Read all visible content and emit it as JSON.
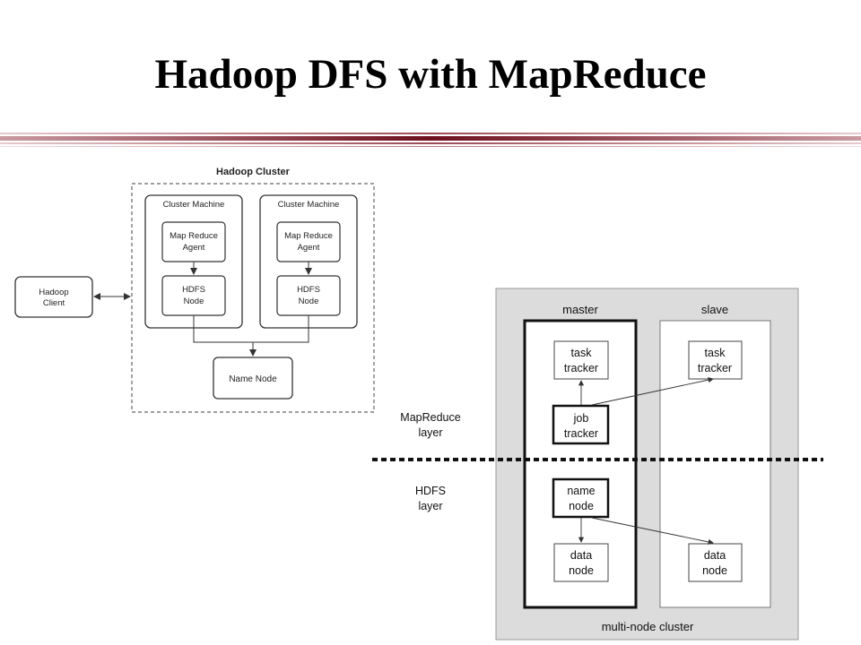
{
  "slide": {
    "title": "Hadoop DFS with MapReduce",
    "accent_color": "#7a1f2b"
  },
  "left_diagram": {
    "cluster_label": "Hadoop Cluster",
    "machines": [
      {
        "header": "Cluster Machine",
        "agent": [
          "Map Reduce",
          "Agent"
        ],
        "node": [
          "HDFS",
          "Node"
        ]
      },
      {
        "header": "Cluster Machine",
        "agent": [
          "Map Reduce",
          "Agent"
        ],
        "node": [
          "HDFS",
          "Node"
        ]
      }
    ],
    "name_node": "Name Node",
    "client": [
      "Hadoop",
      "Client"
    ]
  },
  "right_diagram": {
    "master_label": "master",
    "slave_label": "slave",
    "cluster_label": "multi-node cluster",
    "mapreduce_layer": [
      "MapReduce",
      "layer"
    ],
    "hdfs_layer": [
      "HDFS",
      "layer"
    ],
    "master_task_tracker": [
      "task",
      "tracker"
    ],
    "job_tracker": [
      "job",
      "tracker"
    ],
    "name_node": [
      "name",
      "node"
    ],
    "master_data_node": [
      "data",
      "node"
    ],
    "slave_task_tracker": [
      "task",
      "tracker"
    ],
    "slave_data_node": [
      "data",
      "node"
    ]
  }
}
